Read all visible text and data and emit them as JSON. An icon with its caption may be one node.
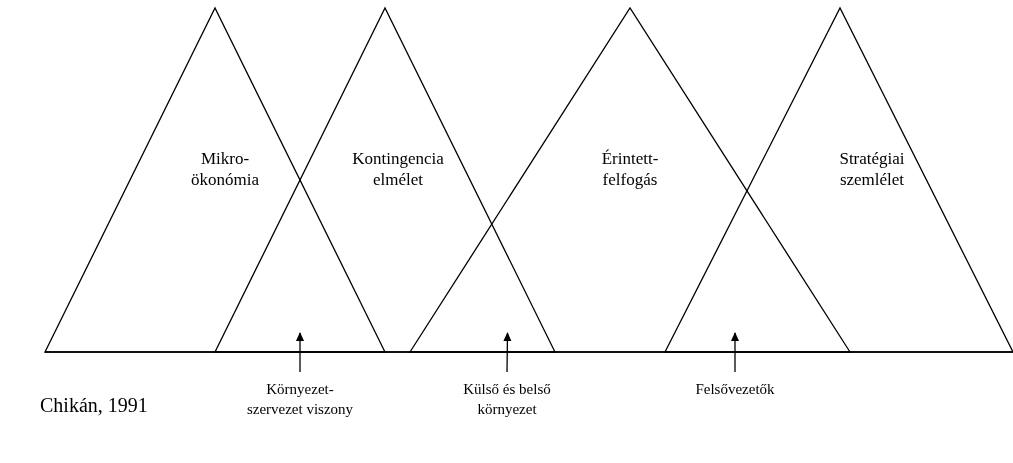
{
  "diagram": {
    "nodes": [
      {
        "text": [
          "Mikro-ökonómia"
        ]
      },
      {
        "text": [
          "Kontingencia elmélet"
        ]
      },
      {
        "text": [
          "Érintett-felfogás"
        ]
      },
      {
        "text": [
          "Stratégiai szemlélet"
        ]
      },
      {
        "text": [
          "Környezet-szervezet viszony"
        ]
      },
      {
        "text": [
          "Külső és belső környezet"
        ]
      },
      {
        "text": [
          "Felsővezetők"
        ]
      }
    ],
    "edges": [
      {
        "from": 4,
        "to": 0,
        "arrow": "to"
      },
      {
        "from": 4,
        "to": 1,
        "arrow": "to"
      },
      {
        "from": 5,
        "to": 1,
        "arrow": "to"
      },
      {
        "from": 5,
        "to": 2,
        "arrow": "to"
      },
      {
        "from": 6,
        "to": 2,
        "arrow": "to"
      },
      {
        "from": 6,
        "to": 3,
        "arrow": "to"
      }
    ],
    "labels": [
      "Chikán, 1991"
    ]
  }
}
